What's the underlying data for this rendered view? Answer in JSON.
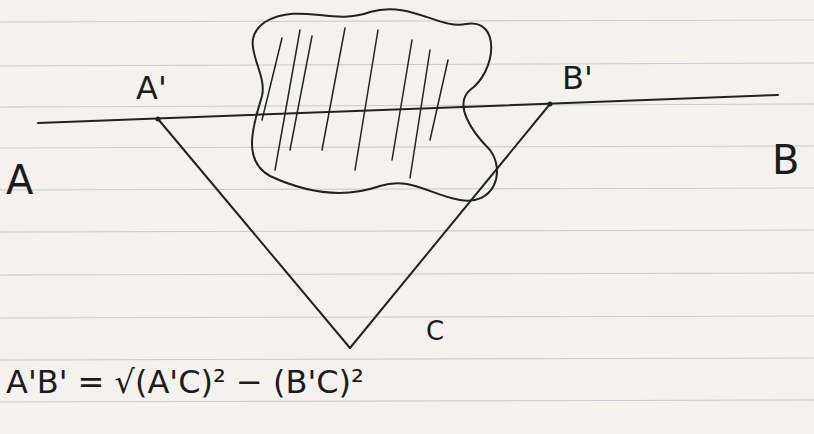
{
  "diagram": {
    "labels": [
      "A'",
      "B'",
      "A",
      "B",
      "C",
      "A'B' = √(A'C)² − (B'C)²"
    ]
  }
}
